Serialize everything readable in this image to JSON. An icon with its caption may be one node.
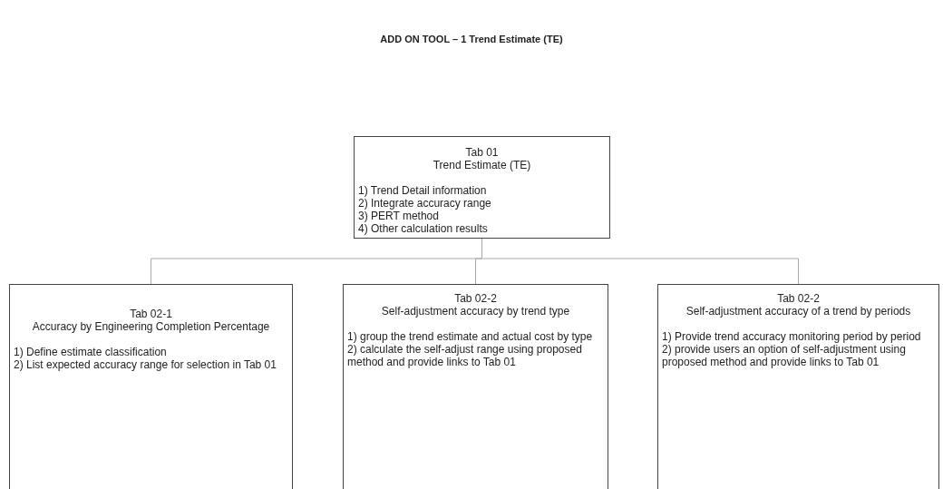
{
  "diagram": {
    "title": "ADD ON TOOL – 1 Trend Estimate (TE)",
    "nodes": [
      {
        "text": [
          "Tab 01",
          "Trend Estimate (TE)",
          "1) Trend Detail information",
          "2) Integrate accuracy range",
          "3) PERT method",
          "4) Other calculation results"
        ]
      },
      {
        "text": [
          "Tab 02-1",
          "Accuracy by Engineering Completion Percentage",
          "1) Define estimate classification",
          "2) List expected accuracy range for selection in Tab 01"
        ]
      },
      {
        "text": [
          "Tab 02-2",
          "Self-adjustment accuracy by trend type",
          "1) group the trend estimate and actual cost by type",
          "2) calculate the self-adjust range using proposed method and provide links to Tab 01"
        ]
      },
      {
        "text": [
          "Tab 02-2",
          "Self-adjustment accuracy of a trend by periods",
          "1) Provide trend accuracy monitoring period by period",
          "2) provide users an option of self-adjustment using proposed method and provide links to Tab 01"
        ]
      }
    ],
    "edges": [
      {
        "from": 0,
        "to": 1,
        "arrow": "none"
      },
      {
        "from": 0,
        "to": 2,
        "arrow": "none"
      },
      {
        "from": 0,
        "to": 3,
        "arrow": "none"
      }
    ]
  }
}
